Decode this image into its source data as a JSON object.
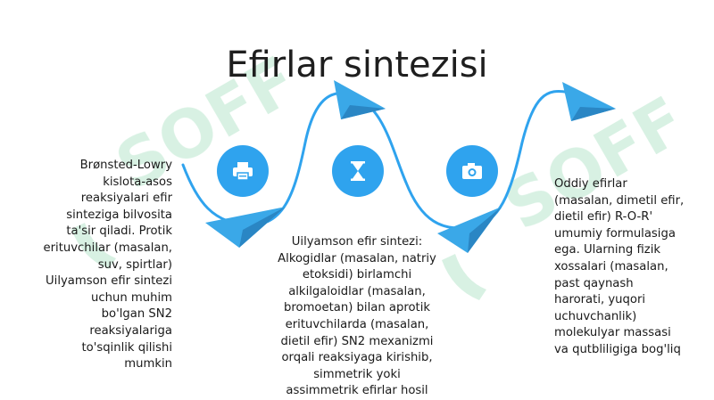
{
  "slide": {
    "title": "Efirlar sintezisi",
    "accent_color": "#2fa3ee",
    "plane_color": "#3aa8e8",
    "watermark_color": "#b9e6cd",
    "icons": [
      "printer-icon",
      "hourglass-icon",
      "camera-icon"
    ],
    "blocks": [
      "Brønsted-Lowry\nkislota-asos\nreaksiyalari efir\nsinteziga bilvosita\nta'sir qiladi. Protik\nerituvchilar (masalan,\nsuv, spirtlar)\nUilyamson efir sintezi\nuchun muhim\nbo'lgan SN2\nreaksiyalariga\nto'sqinlik qilishi\nmumkin",
      "Uilyamson efir sintezi:\nAlkogidlar (masalan, natriy\netoksidi) birlamchi\nalkilgaloidlar (masalan,\nbromoetan) bilan aprotik\nerituvchilarda (masalan,\ndietil efir) SN2 mexanizmi\norqali reaksiyaga kirishib,\nsimmetrik yoki\nassimmetrik efirlar hosil\nqiladi. Reaksiya",
      "Oddiy efirlar\n(masalan, dimetil efir,\ndietil efir) R-O-R'\numumiy formulasiga\nega.  Ularning fizik\nxossalari (masalan,\npast qaynash\nharorati, yuqori\nuchuvchanlik)\nmolekulyar massasi\nva qutbliligiga bog'liq"
    ]
  }
}
